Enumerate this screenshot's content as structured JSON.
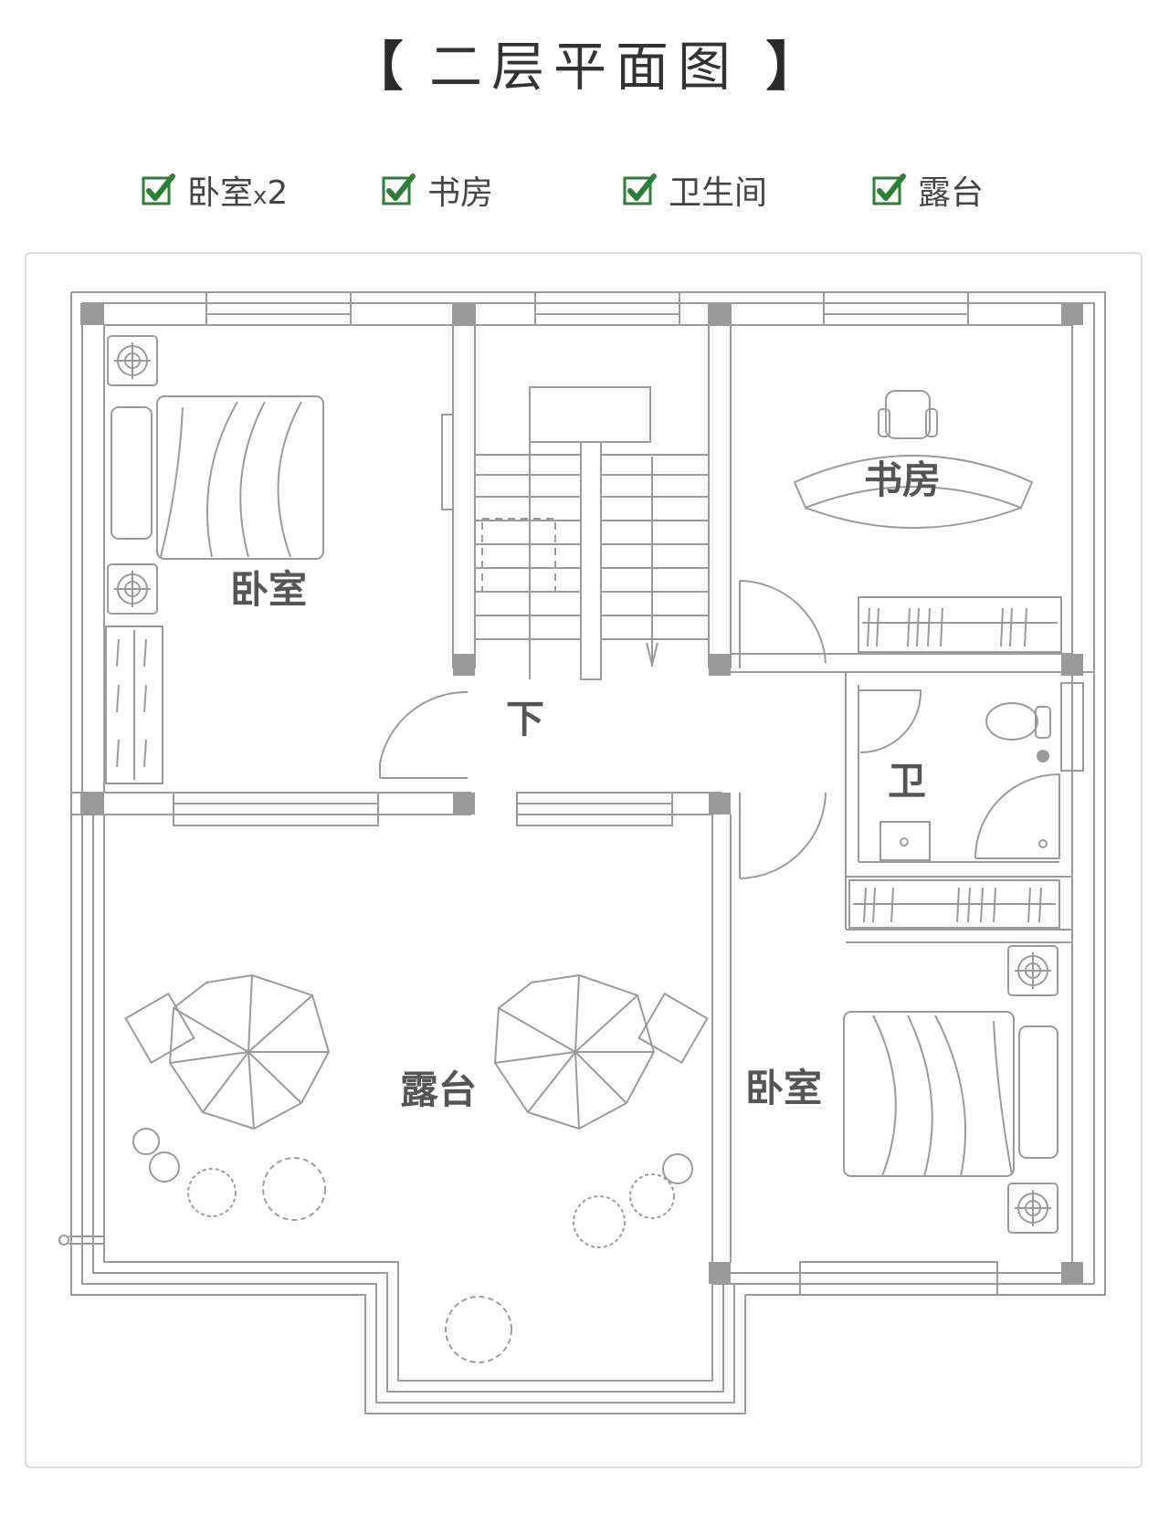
{
  "header": {
    "bracket_left": "【",
    "title": "二层平面图",
    "bracket_right": "】"
  },
  "features": [
    {
      "label": "卧室",
      "suffix_x": "x",
      "suffix_num": "2",
      "icon": "check-icon"
    },
    {
      "label": "书房",
      "icon": "check-icon"
    },
    {
      "label": "卫生间",
      "icon": "check-icon"
    },
    {
      "label": "露台",
      "icon": "check-icon"
    }
  ],
  "plan": {
    "rooms": {
      "bedroom_1": "卧室",
      "study": "书房",
      "stair_down": "下",
      "bathroom": "卫",
      "terrace": "露台",
      "bedroom_2": "卧室"
    }
  },
  "colors": {
    "accent_green": "#2e7d3a",
    "wall_stroke": "#9a9a9a",
    "column_fill": "#9a9a9a",
    "label_text": "#555555"
  }
}
